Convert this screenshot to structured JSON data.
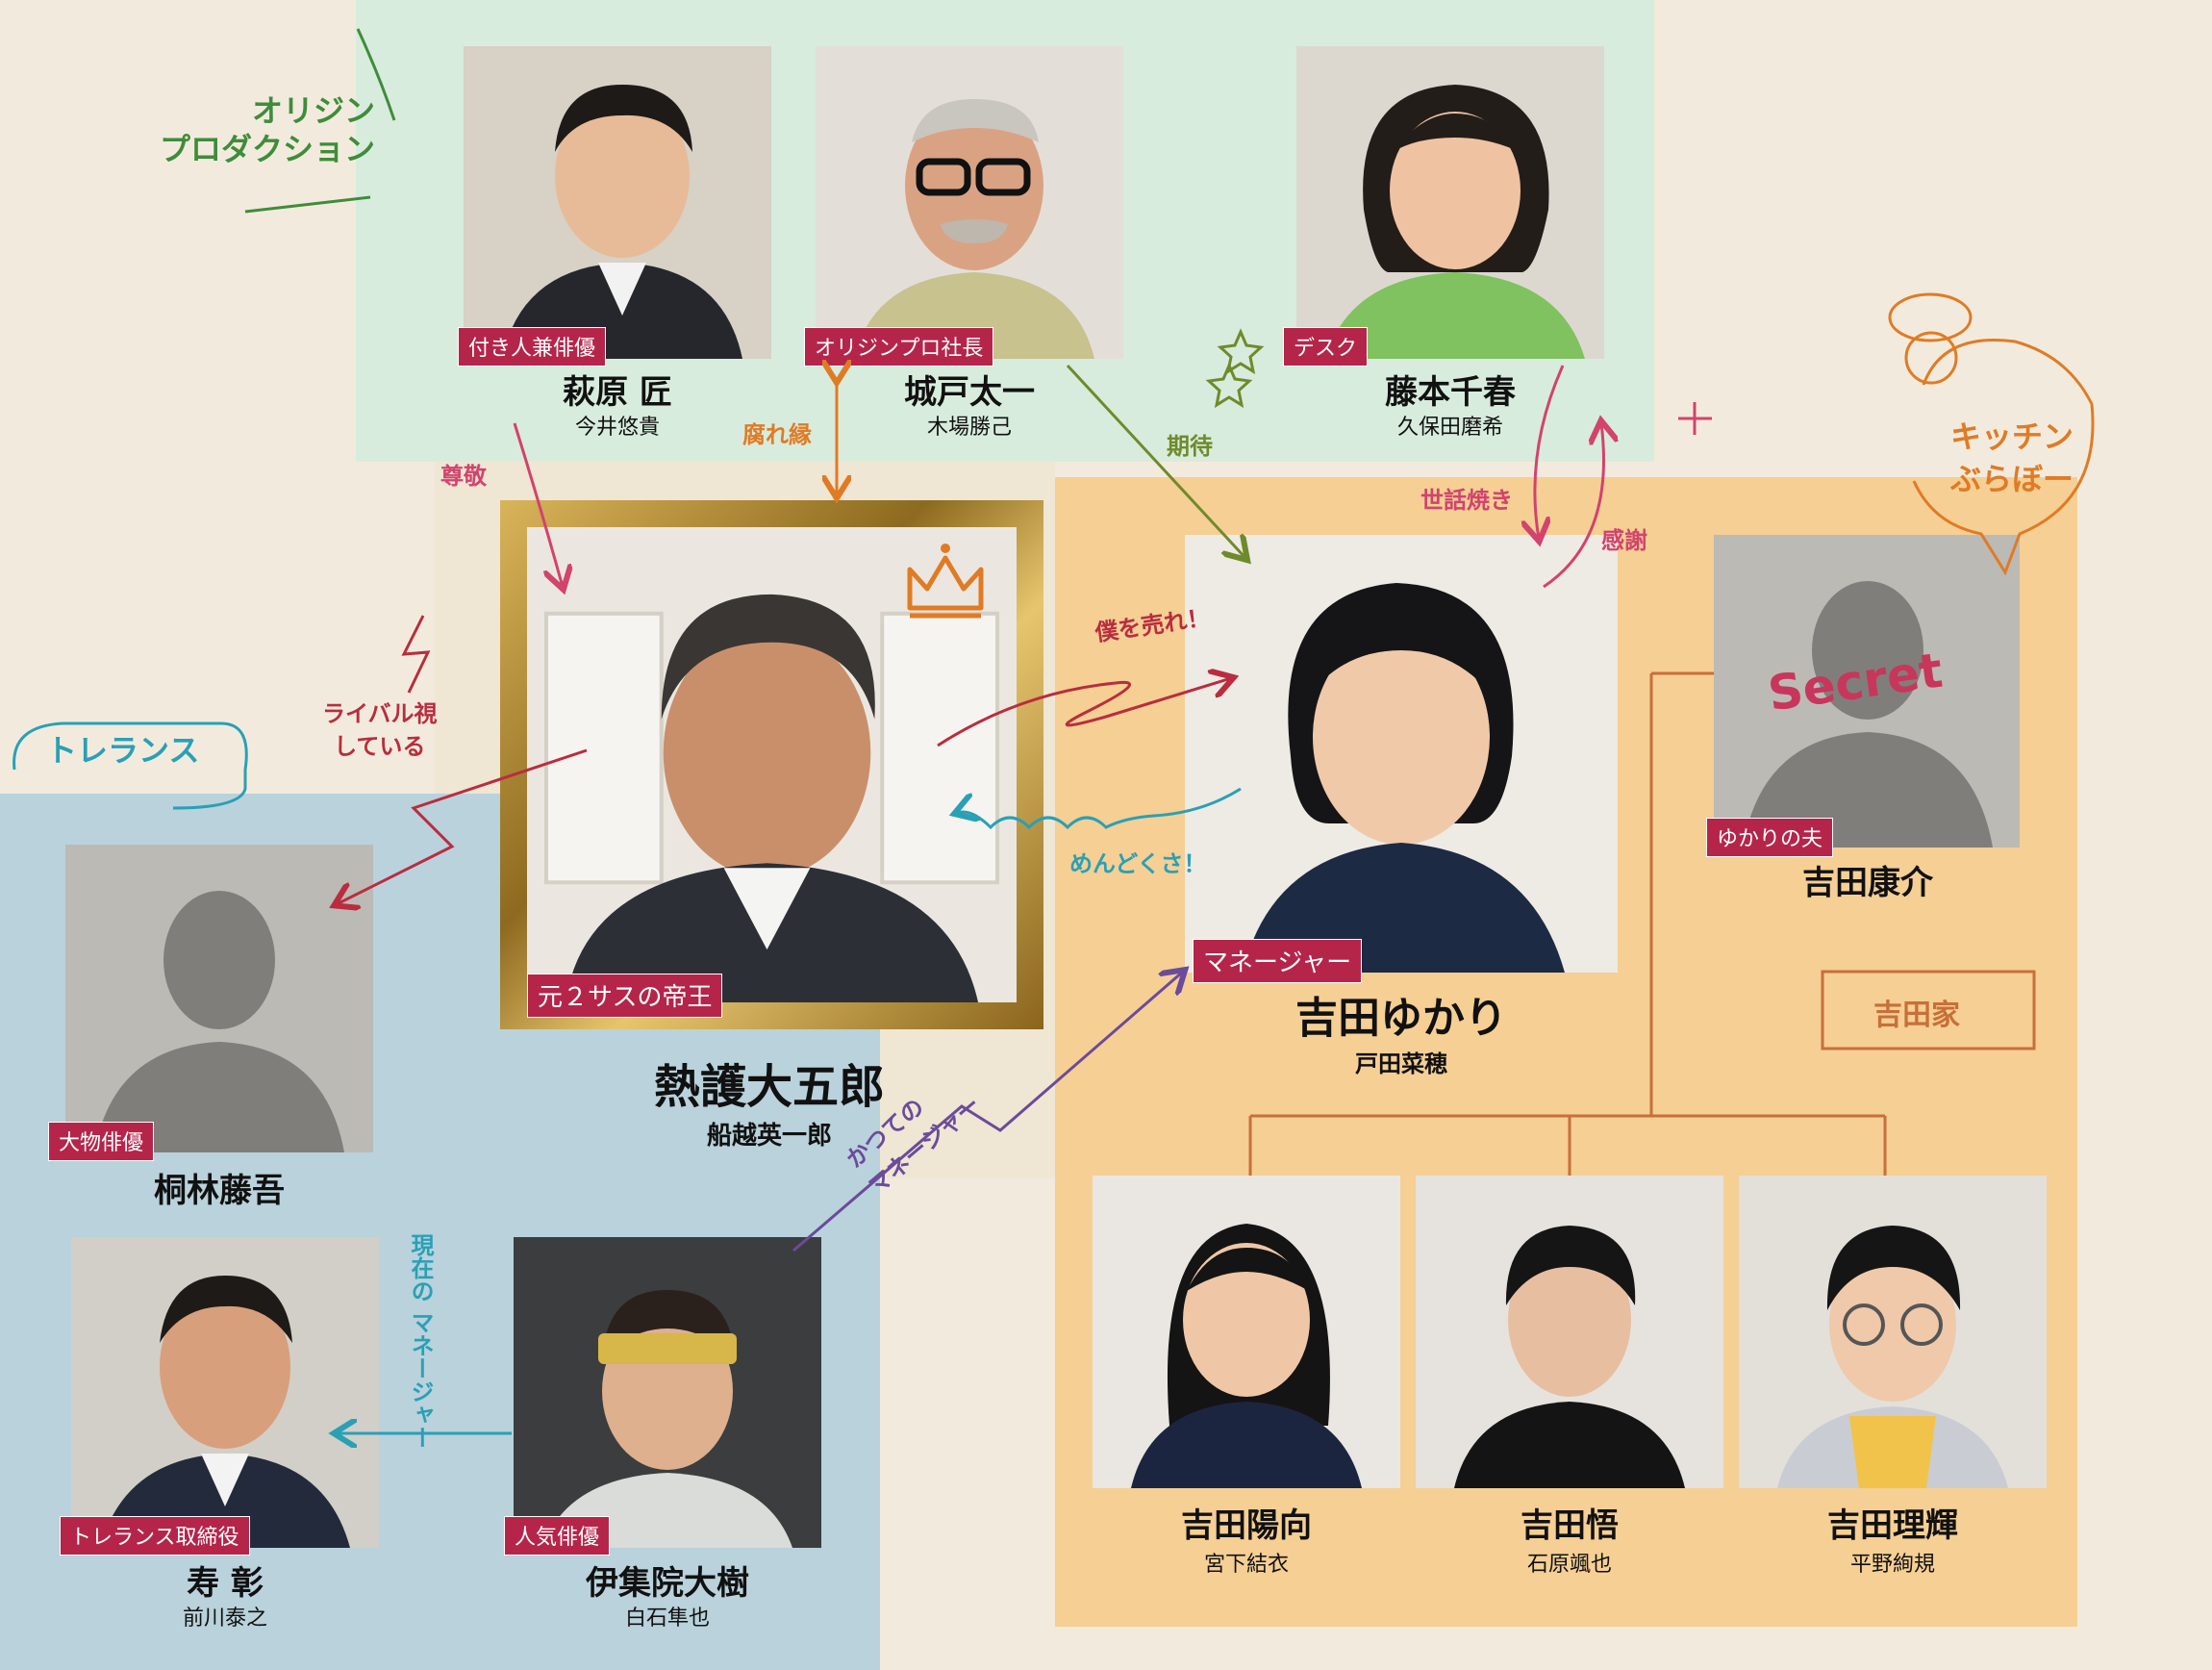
{
  "groups": {
    "origin": "オリジン\nプロダクション",
    "origin_line1": "オリジン",
    "origin_line2": "プロダクション",
    "tolerance": "トレランス",
    "kitchen_line1": "キッチン",
    "kitchen_line2": "ぶらぼー",
    "yoshida_family": "吉田家"
  },
  "characters": {
    "hagiwara": {
      "role": "付き人兼俳優",
      "name": "萩原 匠",
      "actor": "今井悠貴"
    },
    "kido": {
      "role": "オリジンプロ社長",
      "name": "城戸太一",
      "actor": "木場勝己"
    },
    "fujimoto": {
      "role": "デスク",
      "name": "藤本千春",
      "actor": "久保田磨希"
    },
    "netsugo": {
      "role": "元２サスの帝王",
      "name": "熱護大五郎",
      "actor": "船越英一郎"
    },
    "yukari": {
      "role": "マネージャー",
      "name": "吉田ゆかり",
      "actor": "戸田菜穂"
    },
    "kosuke": {
      "role": "ゆかりの夫",
      "name": "吉田康介",
      "secret": "Secret"
    },
    "kiribayashi": {
      "role": "大物俳優",
      "name": "桐林藤吾"
    },
    "kotobuki": {
      "role": "トレランス取締役",
      "name": "寿 彰",
      "actor": "前川泰之"
    },
    "ijuin": {
      "role": "人気俳優",
      "name": "伊集院大樹",
      "actor": "白石隼也"
    },
    "hinata": {
      "name": "吉田陽向",
      "actor": "宮下結衣"
    },
    "satoru": {
      "name": "吉田悟",
      "actor": "石原颯也"
    },
    "riki": {
      "name": "吉田理輝",
      "actor": "平野絢規"
    }
  },
  "relations": {
    "sonkei": "尊敬",
    "kusareen": "腐れ縁",
    "kitai": "期待",
    "sewayaki": "世話焼き",
    "kansha": "感謝",
    "boku_wo_ure": "僕を売れ！",
    "mendokusa": "めんどくさ！",
    "rival_line1": "ライバル視",
    "rival_line2": "している",
    "katsute": "かつての\nマネージャー",
    "katsute_line1": "かつての",
    "katsute_line2": "マネージャー",
    "genzai_line1": "現在の",
    "genzai_line2": "マネージャー"
  },
  "colors": {
    "origin_bg": "#d7ecdd",
    "tolerance_bg": "#b9d2dc",
    "yoshida_bg": "#f5cf94",
    "tag_red": "#b5254a",
    "green_text": "#3f8c3a",
    "pink": "#d2436d",
    "orange": "#e07b25",
    "olive": "#6f8a2a",
    "teal": "#2aa0b5",
    "purple": "#6b4b9a",
    "crimson": "#b92d3e"
  }
}
